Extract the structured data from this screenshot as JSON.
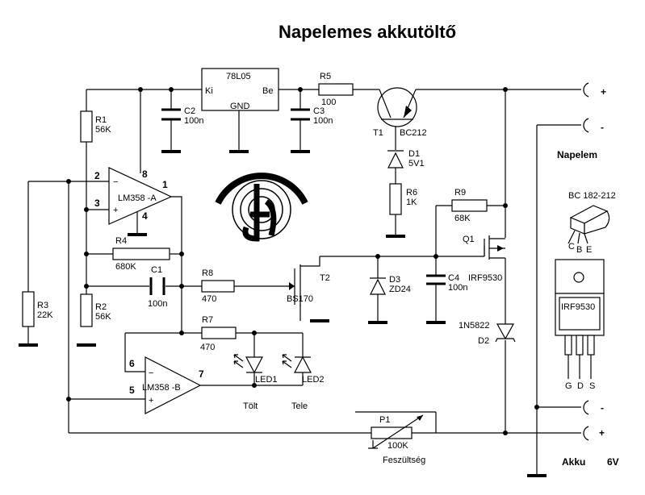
{
  "title": "Napelemes akkutöltő",
  "regulator": {
    "name": "78L05",
    "pin_in": "Be",
    "pin_out": "Ki",
    "pin_gnd": "GND"
  },
  "resistors": {
    "r1": {
      "ref": "R1",
      "value": "56K"
    },
    "r2": {
      "ref": "R2",
      "value": "56K"
    },
    "r3": {
      "ref": "R3",
      "value": "22K"
    },
    "r4": {
      "ref": "R4",
      "value": "680K"
    },
    "r5": {
      "ref": "R5",
      "value": "100"
    },
    "r6": {
      "ref": "R6",
      "value": "1K"
    },
    "r7": {
      "ref": "R7",
      "value": "470"
    },
    "r8": {
      "ref": "R8",
      "value": "470"
    },
    "r9": {
      "ref": "R9",
      "value": "68K"
    }
  },
  "capacitors": {
    "c1": {
      "ref": "C1",
      "value": "100n"
    },
    "c2": {
      "ref": "C2",
      "value": "100n"
    },
    "c3": {
      "ref": "C3",
      "value": "100n"
    },
    "c4": {
      "ref": "C4",
      "value": "100n"
    }
  },
  "diodes": {
    "d1": {
      "ref": "D1",
      "value": "5V1"
    },
    "d2": {
      "ref": "D2",
      "value": "1N5822"
    },
    "d3": {
      "ref": "D3",
      "value": "ZD24"
    }
  },
  "transistors": {
    "t1": {
      "ref": "T1",
      "value": "BC212"
    },
    "t2": {
      "ref": "T2",
      "value": "BS170"
    },
    "q1": {
      "ref": "Q1",
      "value": "IRF9530"
    }
  },
  "opamp_a": {
    "name": "LM358 -A",
    "pin_inv": "2",
    "pin_noninv": "3",
    "pin_out": "1",
    "pin_vcc": "8",
    "pin_gnd": "4",
    "sign_minus": "−",
    "sign_plus": "+"
  },
  "opamp_b": {
    "name": "LM358 -B",
    "pin_inv": "6",
    "pin_noninv": "5",
    "pin_out": "7",
    "sign_minus": "−",
    "sign_plus": "+"
  },
  "leds": {
    "led1": {
      "ref": "LED1",
      "caption": "Tölt"
    },
    "led2": {
      "ref": "LED2",
      "caption": "Tele"
    }
  },
  "pot": {
    "ref": "P1",
    "value": "100K",
    "caption": "Feszültség"
  },
  "solar": {
    "label": "Napelem",
    "plus": "+",
    "minus": "-"
  },
  "battery": {
    "label": "Akku",
    "voltage": "6V",
    "plus": "+",
    "minus": "-"
  },
  "packages": {
    "bc": {
      "title": "BC 182-212",
      "pin_c": "C",
      "pin_b": "B",
      "pin_e": "E"
    },
    "irf": {
      "title": "IRF9530",
      "pin_g": "G",
      "pin_d": "D",
      "pin_s": "S"
    }
  }
}
